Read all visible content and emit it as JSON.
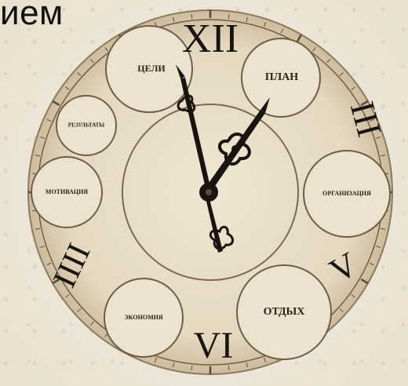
{
  "heading": "ием",
  "numerals": {
    "xii": "XII",
    "iii": "III",
    "vi": "VI",
    "ix": "IIII",
    "v": "V"
  },
  "segments": {
    "goals": "ЦЕЛИ",
    "plan": "ПЛАН",
    "results": "РЕЗУЛЬТАТЫ",
    "motivation": "МОТИВАЦИЯ",
    "organization": "ОРГАНИЗАЦИЯ",
    "economy": "ЭКОНОМИЯ",
    "rest": "ОТДЫХ"
  },
  "colors": {
    "paper": "#efe7d6",
    "face": "#e6dcc6",
    "ink": "#1a1410",
    "ring": "#7a6a55"
  }
}
